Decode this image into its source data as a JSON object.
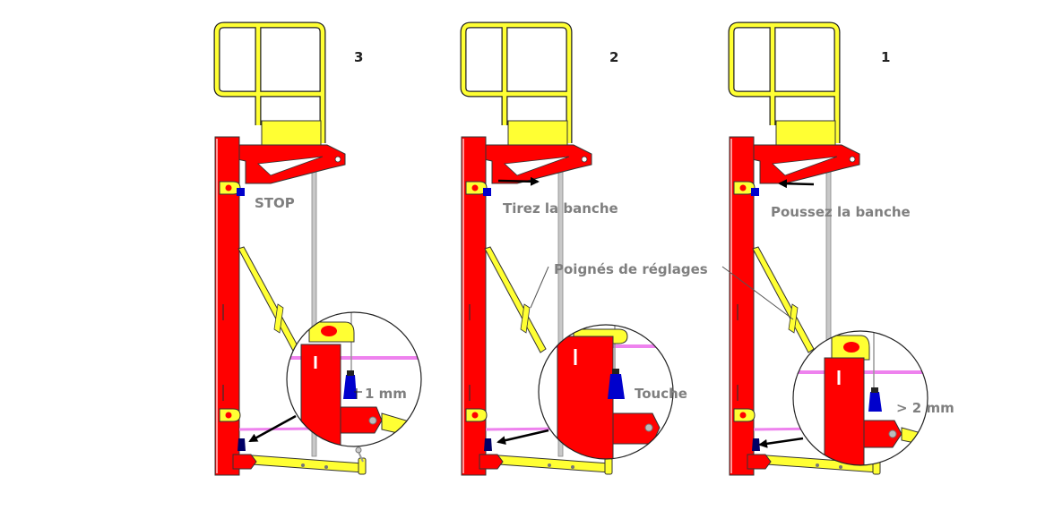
{
  "colors": {
    "frame_red": "#ff0000",
    "platform_yellow": "#ffff33",
    "knob_blue": "#0000cc",
    "guide_pink": "#ee82ee",
    "text_gray": "#7f7f7f",
    "bolt_gray": "#b0b0b0",
    "arrow_black": "#000000"
  },
  "steps": [
    {
      "number": "3",
      "action": "STOP",
      "callout": "1 mm"
    },
    {
      "number": "2",
      "action": "Tirez la banche",
      "callout": "Touche"
    },
    {
      "number": "1",
      "action": "Poussez la banche",
      "callout": "> 2 mm"
    }
  ],
  "handle_label": "Poignés de réglages"
}
